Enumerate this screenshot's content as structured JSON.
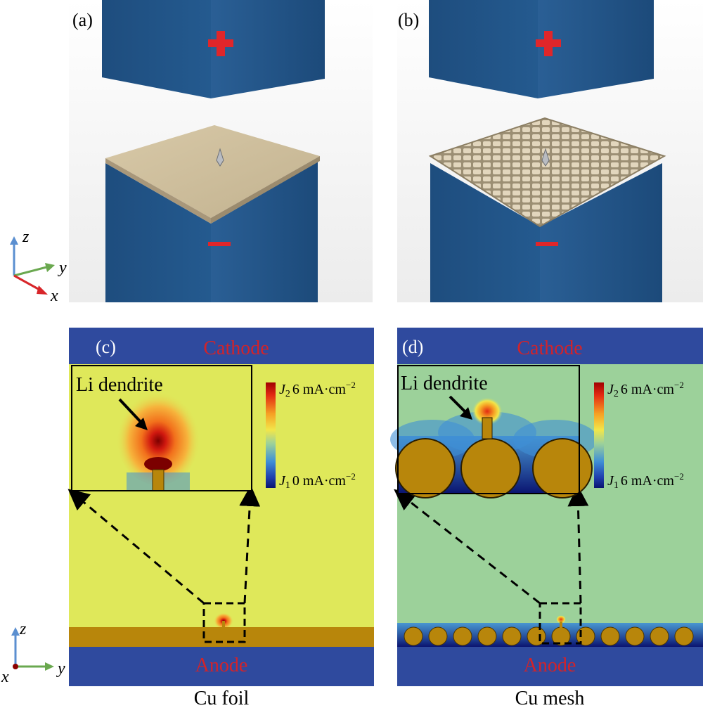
{
  "panels": {
    "a": {
      "label": "(a)",
      "top_sign": "+",
      "bottom_sign": "−",
      "surface": "flat foil"
    },
    "b": {
      "label": "(b)",
      "top_sign": "+",
      "bottom_sign": "−",
      "surface": "mesh"
    },
    "c": {
      "label": "(c)",
      "cathode": "Cathode",
      "anode": "Anode",
      "inset_title": "Li dendrite",
      "legend": {
        "high_symbol": "J",
        "high_sub": "2",
        "high_value": "6 mA·cm",
        "high_exp": "−2",
        "low_symbol": "J",
        "low_sub": "1",
        "low_value": "0 mA·cm",
        "low_exp": "−2"
      },
      "caption": "Cu foil"
    },
    "d": {
      "label": "(d)",
      "cathode": "Cathode",
      "anode": "Anode",
      "inset_title": "Li dendrite",
      "legend": {
        "high_symbol": "J",
        "high_sub": "2",
        "high_value": "6 mA·cm",
        "high_exp": "−2",
        "low_symbol": "J",
        "low_sub": "1",
        "low_value": "6 mA·cm",
        "low_exp": "−2"
      },
      "caption": "Cu mesh"
    }
  },
  "axes_3d": {
    "z": "z",
    "y": "y",
    "x": "x"
  },
  "axes_2d": {
    "z": "z",
    "y": "y",
    "x": "x"
  },
  "colors": {
    "block": "#1f4f82",
    "electrode_band": "#2f4a9e",
    "foil_field": "#dfe85a",
    "mesh_field": "#9cd19a",
    "copper": "#b8860b",
    "sign_red": "#e0262a",
    "label_red": "#d2232a"
  },
  "colormap": [
    "#7b0000",
    "#e32a12",
    "#f6a224",
    "#f2e64a",
    "#9cd19a",
    "#3f8fd6",
    "#1f3fae",
    "#0a1470"
  ]
}
